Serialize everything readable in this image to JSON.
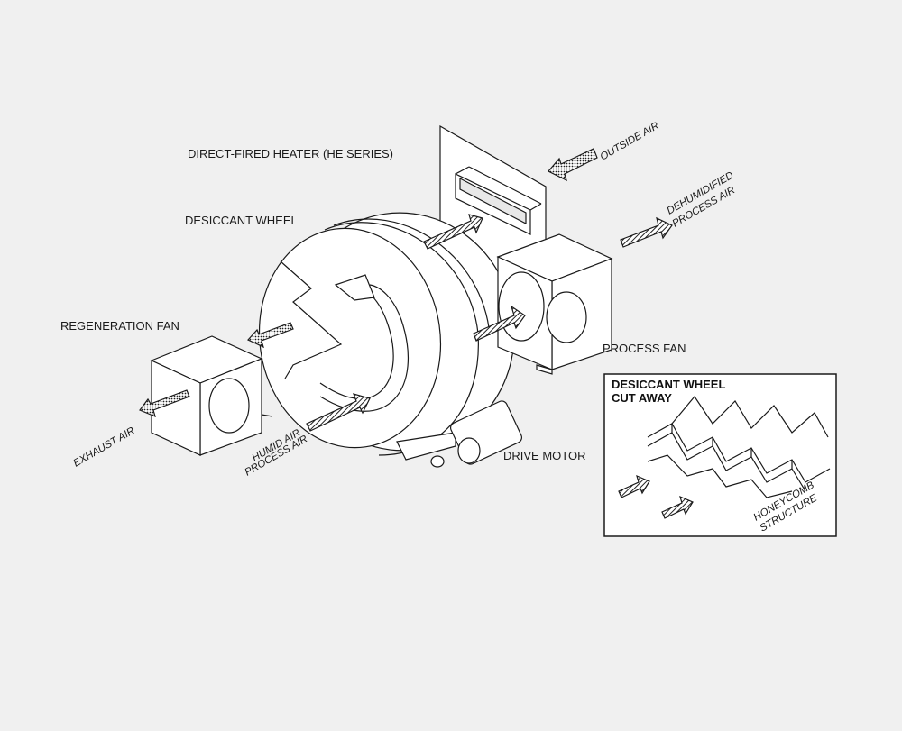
{
  "labels": {
    "heater": "DIRECT-FIRED HEATER (HE SERIES)",
    "wheel": "DESICCANT WHEEL",
    "regen_fan": "REGENERATION FAN",
    "process_fan": "PROCESS FAN",
    "drive_motor": "DRIVE MOTOR",
    "outside_air": "OUTSIDE AIR",
    "dehumidified_1": "DEHUMIDIFIED",
    "dehumidified_2": "PROCESS AIR",
    "humid_1": "HUMID AIR",
    "humid_2": "PROCESS AIR",
    "exhaust_air": "EXHAUST AIR"
  },
  "inset": {
    "title_line1": "DESICCANT WHEEL",
    "title_line2": "CUT AWAY",
    "honeycomb_1": "HONEYCOMB",
    "honeycomb_2": "STRUCTURE"
  },
  "colors": {
    "background": "#f0f0f0",
    "line": "#1a1a1a"
  }
}
